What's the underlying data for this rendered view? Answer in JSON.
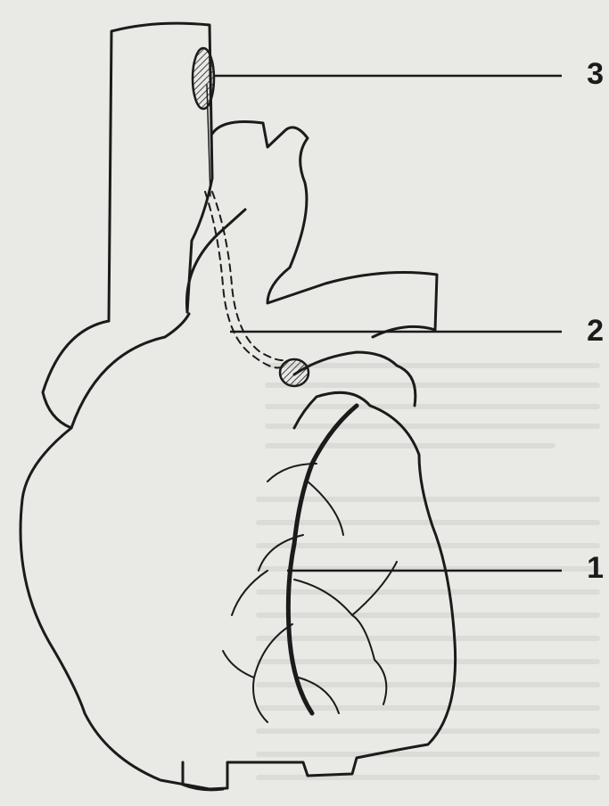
{
  "figure": {
    "labels": [
      {
        "id": "3",
        "text": "3"
      },
      {
        "id": "2",
        "text": "2"
      },
      {
        "id": "1",
        "text": "1"
      }
    ]
  },
  "colors": {
    "background": "#e9e9e6",
    "ink": "#1b1b1b",
    "faint_text": "#d6d6d2"
  }
}
